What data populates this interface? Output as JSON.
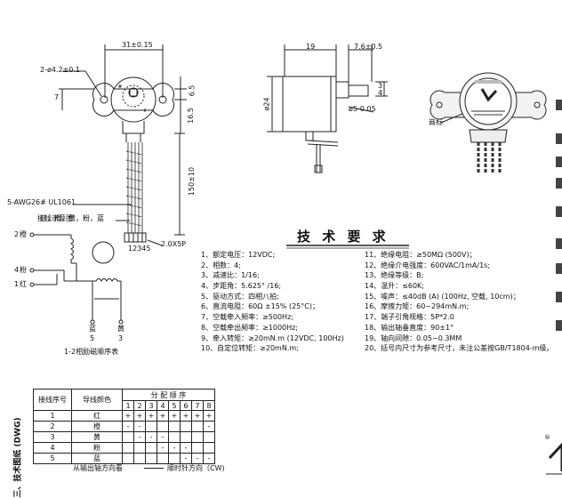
{
  "dimensions": {
    "top_width": "31±0.15",
    "hole": "2-ø4.2±0.1",
    "left_offset": "7",
    "side_depth": "19",
    "shaft_len": "7.6±0.5",
    "dia_24": "ø24",
    "shaft_dia": "ø5-0.05",
    "flat_3": "3",
    "flat_4": "4",
    "dim_65": "6.5",
    "dim_165": "16.5",
    "lead_length": "150±10",
    "pitch": "2.0X5P"
  },
  "labels": {
    "wire": "5-AWG26# UL1061",
    "colors": "红，橙，黄，粉，蓝",
    "pins": "12345",
    "nameplate": "商标",
    "wiring_title": "接线示意图",
    "excitation_title": "1-2相励磁顺序表",
    "section_title": "技 术 要 求",
    "side_label": "三、技术图纸 (DWG)"
  },
  "schematic": {
    "p2": "2",
    "p2_color": "橙",
    "p4": "4",
    "p4_color": "粉",
    "p1": "1",
    "p1_color": "红",
    "blue": "蓝",
    "yellow": "黄",
    "n5": "5",
    "n3": "3"
  },
  "specs_left": [
    "1、额定电压：12VDC;",
    "2、相数：4;",
    "3、减速比：1/16;",
    "4、步距角：5.625° /16;",
    "5、驱动方式：四相八拍;",
    "6、直流电阻：60Ω ±15% (25°C)；",
    "7、空载牵入频率：≥500Hz;",
    "8、空载牵出频率：≥1000Hz;",
    "9、牵入转矩：≥20mN.m (12VDC, 100Hz)",
    "10、自定位转矩：≥20mN.m;"
  ],
  "specs_right": [
    "11、绝缘电阻：≥50MΩ (500V)；",
    "12、绝缘介电强度：600VAC/1mA/1s;",
    "13、绝缘等级：B;",
    "14、温升：≤60K;",
    "15、噪声：≤40dB (A) (100Hz, 空载, 10cm)；",
    "16、摩擦力矩：60~294mN.m;",
    "17、端子引角规格：5P*2.0",
    "18、输出轴垂直度：90±1°",
    "19、轴向间隙：0.05~0.3MM",
    "20、括号内尺寸为参考尺寸，未注公差按GB/T1804-m级。"
  ],
  "table": {
    "col_seq": "接线序号",
    "col_color": "导线颜色",
    "col_order": "分 配 顺 序",
    "steps": [
      "1",
      "2",
      "3",
      "4",
      "5",
      "6",
      "7",
      "8"
    ],
    "rows": [
      {
        "seq": "1",
        "color": "红",
        "marks": [
          "+",
          "+",
          "+",
          "+",
          "+",
          "+",
          "+",
          "+"
        ]
      },
      {
        "seq": "2",
        "color": "橙",
        "marks": [
          "-",
          "-",
          "",
          "",
          "",
          "",
          "",
          "-"
        ]
      },
      {
        "seq": "3",
        "color": "黄",
        "marks": [
          "",
          "-",
          "-",
          "-",
          "",
          "",
          "",
          ""
        ]
      },
      {
        "seq": "4",
        "color": "粉",
        "marks": [
          "",
          "",
          "",
          "-",
          "-",
          "-",
          "",
          ""
        ]
      },
      {
        "seq": "5",
        "color": "蓝",
        "marks": [
          "",
          "",
          "",
          "",
          "",
          "-",
          "-",
          "-"
        ]
      }
    ],
    "direction_a": "从输出轴方向看",
    "direction_b": "顺时针方向（CW)"
  },
  "corner": {
    "reg": "®"
  }
}
